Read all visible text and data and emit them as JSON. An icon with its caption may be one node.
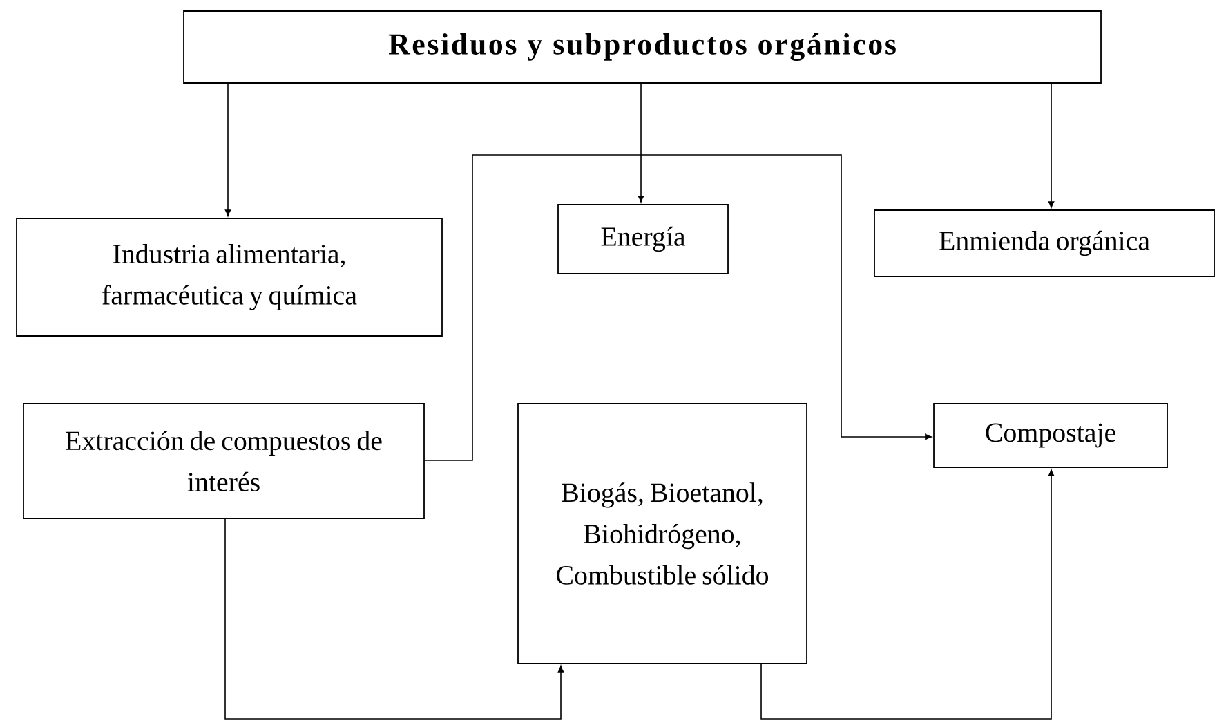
{
  "diagram": {
    "nodes": [
      {
        "text": [
          "Residuos y subproductos orgánicos"
        ]
      },
      {
        "text": [
          "Industria alimentaria, farmacéutica y química"
        ]
      },
      {
        "text": [
          "Energía"
        ]
      },
      {
        "text": [
          "Enmienda orgánica"
        ]
      },
      {
        "text": [
          "Extracción de compuestos de interés"
        ]
      },
      {
        "text": [
          "Biogás, Bioetanol, Biohidrógeno, Combustible sólido"
        ]
      },
      {
        "text": [
          "Compostaje"
        ]
      }
    ],
    "edges": [
      {
        "from": 0,
        "to": 1,
        "arrow": "to"
      },
      {
        "from": 0,
        "to": 2,
        "arrow": "to"
      },
      {
        "from": 0,
        "to": 3,
        "arrow": "to"
      },
      {
        "from": 4,
        "to": 6,
        "arrow": "to"
      },
      {
        "from": 4,
        "to": 5,
        "arrow": "to"
      },
      {
        "from": 5,
        "to": 6,
        "arrow": "to"
      }
    ]
  }
}
